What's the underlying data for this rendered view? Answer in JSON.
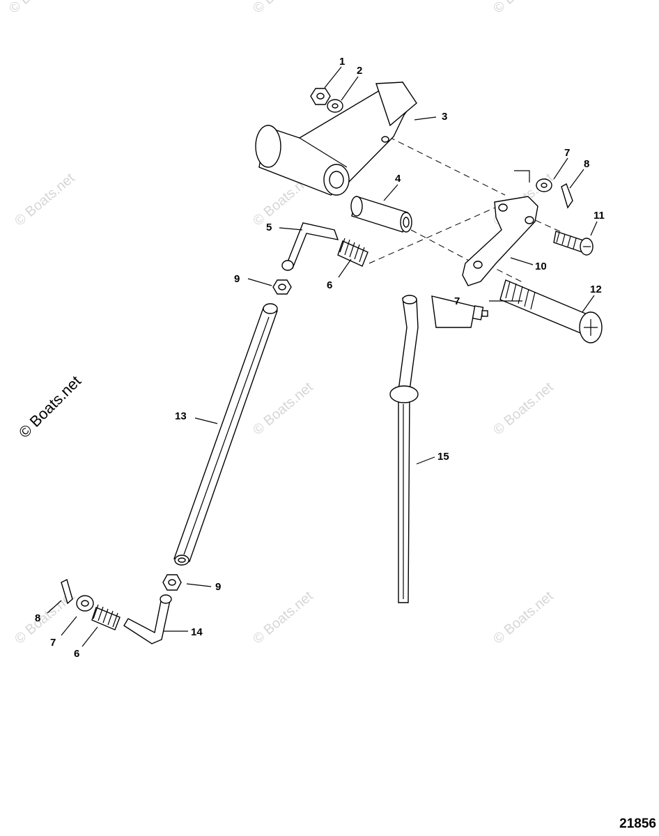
{
  "watermark": {
    "small": "© Boats.net",
    "large": "© Boats.net"
  },
  "diagram_number": "21856",
  "callouts": {
    "c1": "1",
    "c2": "2",
    "c3": "3",
    "c4": "4",
    "c5": "5",
    "c6a": "6",
    "c7a": "7",
    "c8a": "8",
    "c9a": "9",
    "c10": "10",
    "c11": "11",
    "c12": "12",
    "c7tube": "7",
    "c13": "13",
    "c15": "15",
    "c9b": "9",
    "c8b": "8",
    "c7b": "7",
    "c6b": "6",
    "c14": "14"
  }
}
